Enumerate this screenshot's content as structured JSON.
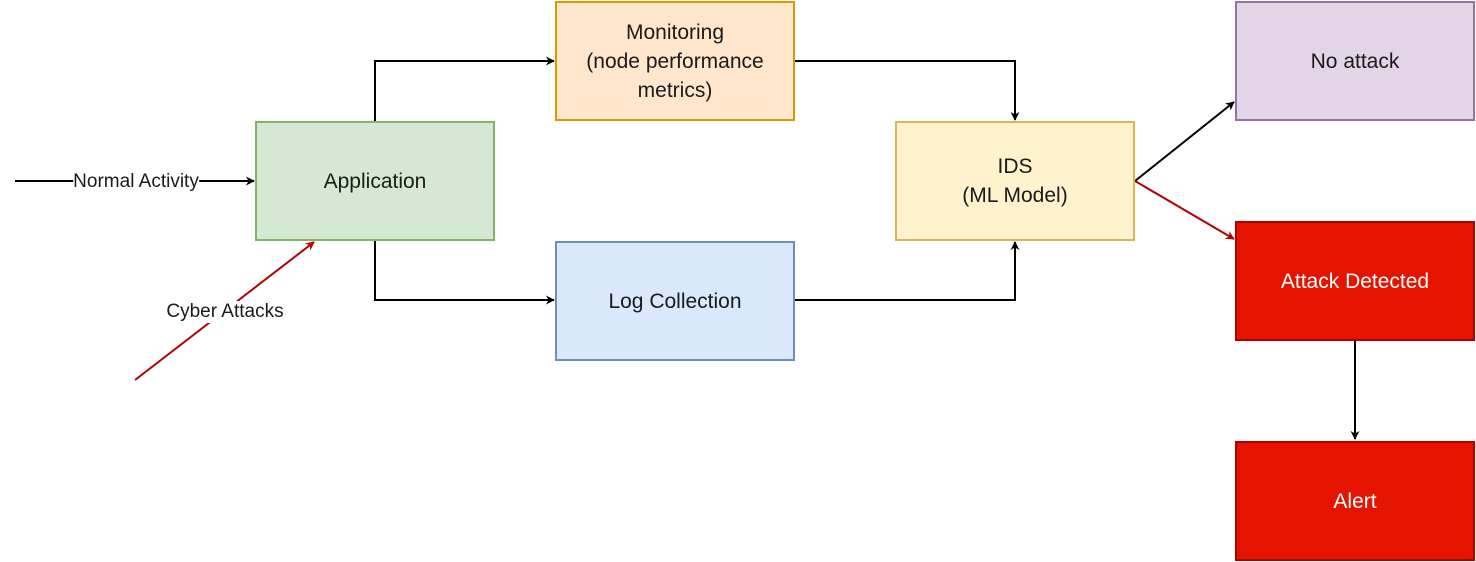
{
  "colors": {
    "edge_default": "#000000",
    "edge_attack": "#b20000"
  },
  "nodes": {
    "application": {
      "label": "Application"
    },
    "monitoring": {
      "label": "Monitoring\n(node performance\nmetrics)"
    },
    "log_collection": {
      "label": "Log Collection"
    },
    "ids": {
      "label": "IDS\n(ML Model)"
    },
    "no_attack": {
      "label": "No attack"
    },
    "attack_detected": {
      "label": "Attack Detected"
    },
    "alert": {
      "label": "Alert"
    }
  },
  "edges": {
    "normal_activity": {
      "label": "Normal Activity"
    },
    "cyber_attacks": {
      "label": "Cyber Attacks"
    }
  }
}
